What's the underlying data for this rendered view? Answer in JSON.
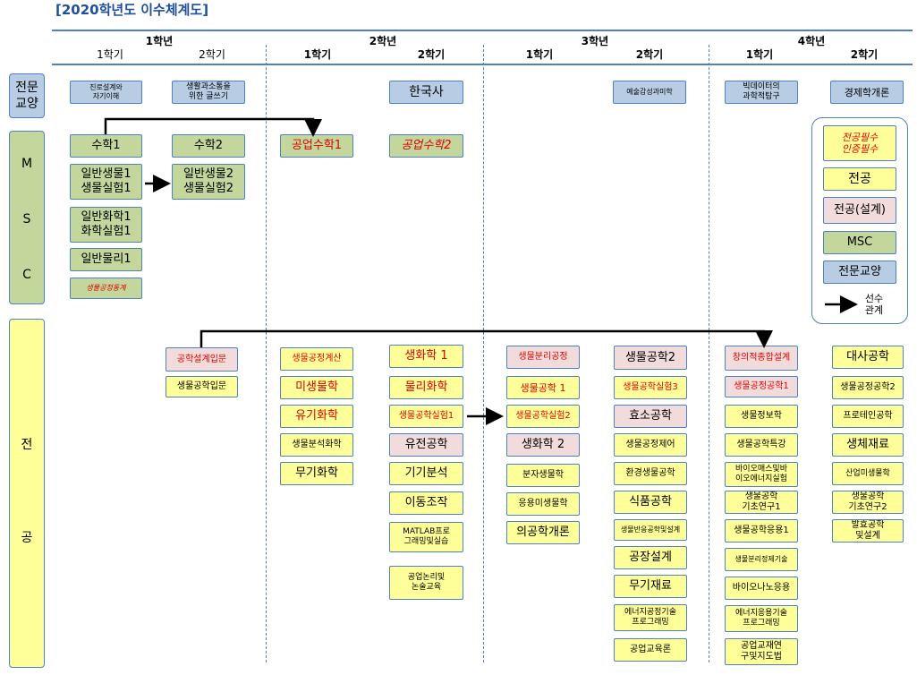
{
  "title": "[2020학년도 이수체계도]",
  "years": [
    "1학년",
    "2학년",
    "3학년",
    "4학년"
  ],
  "semesters": [
    "1학기",
    "2학기",
    "1학기",
    "2학기",
    "1학기",
    "2학기",
    "1학기",
    "2학기"
  ],
  "categories": {
    "general": [
      "전문",
      "교양"
    ],
    "msc": [
      "M",
      "S",
      "C"
    ],
    "major": [
      "전",
      "공"
    ]
  },
  "general_courses": {
    "y1s1": "진로설계와\n자기이해",
    "y1s2": "생활과소통을\n위한  글쓰기",
    "y2s2": "한국사",
    "y3s2": "예술감성과미학",
    "y4s1": "빅데이터의\n과학적탐구",
    "y4s2": "경제학개론"
  },
  "msc_courses": {
    "y1s1": [
      "수학1",
      "일반생물1\n생물실험1",
      "일반화학1\n화학실험1",
      "일반물리1",
      "생물공정통계"
    ],
    "y1s2": [
      "수학2",
      "일반생물2\n생물실험2"
    ],
    "y2s1": [
      "공업수학1"
    ],
    "y2s2": [
      "공업수학2"
    ]
  },
  "major_courses": {
    "y1s2": [
      "공학설계입문",
      "생물공학입문"
    ],
    "y2s1": [
      "생물공정계산",
      "미생물학",
      "유기화학",
      "생물분석화학",
      "무기화학"
    ],
    "y2s2": [
      "생화학 1",
      "물리화학",
      "생물공학실험1",
      "유전공학",
      "기기분석",
      "이동조작",
      "MATLAB프로\n그래밍및실습",
      "공업논리및\n논술교육"
    ],
    "y3s1": [
      "생물분리공정",
      "생물공학  1",
      "생물공학실험2",
      "생화학 2",
      "분자생물학",
      "응용미생물학",
      "의공학개론"
    ],
    "y3s2": [
      "생물공학2",
      "생물공학실험3",
      "효소공학",
      "생물공정제어",
      "환경생물공학",
      "식품공학",
      "생물반응공학및설계",
      "공장설계",
      "무기재료",
      "에너지공정기술\n프로그래밍",
      "공업교육론"
    ],
    "y4s1": [
      "창의적종합설계",
      "생물공정공학1",
      "생물정보학",
      "생물공학특강",
      "바이오매스및바\n이오에너지실험",
      "생물공학\n기초연구1",
      "생물공학응용1",
      "생물분리정제기술",
      "바이오나노응용",
      "에너지응용기술\n프로그래밍",
      "공업교재연\n구및지도법"
    ],
    "y4s2": [
      "대사공학",
      "생물공정공학2",
      "프로테인공학",
      "생체재료",
      "산업미생물학",
      "생물공학\n기초연구2",
      "발효공학\n및설계"
    ]
  },
  "legend": {
    "required": "전공필수\n인증필수",
    "major": "전공",
    "design": "전공(설계)",
    "msc": "MSC",
    "general": "전문교양",
    "prereq": "선수\n관계"
  },
  "colors": {
    "general": "#b8cce4",
    "msc": "#c3d69b",
    "major": "#ffff99",
    "design": "#f2dcdb",
    "required_text": "#e00000",
    "border": "#4f81bd"
  }
}
